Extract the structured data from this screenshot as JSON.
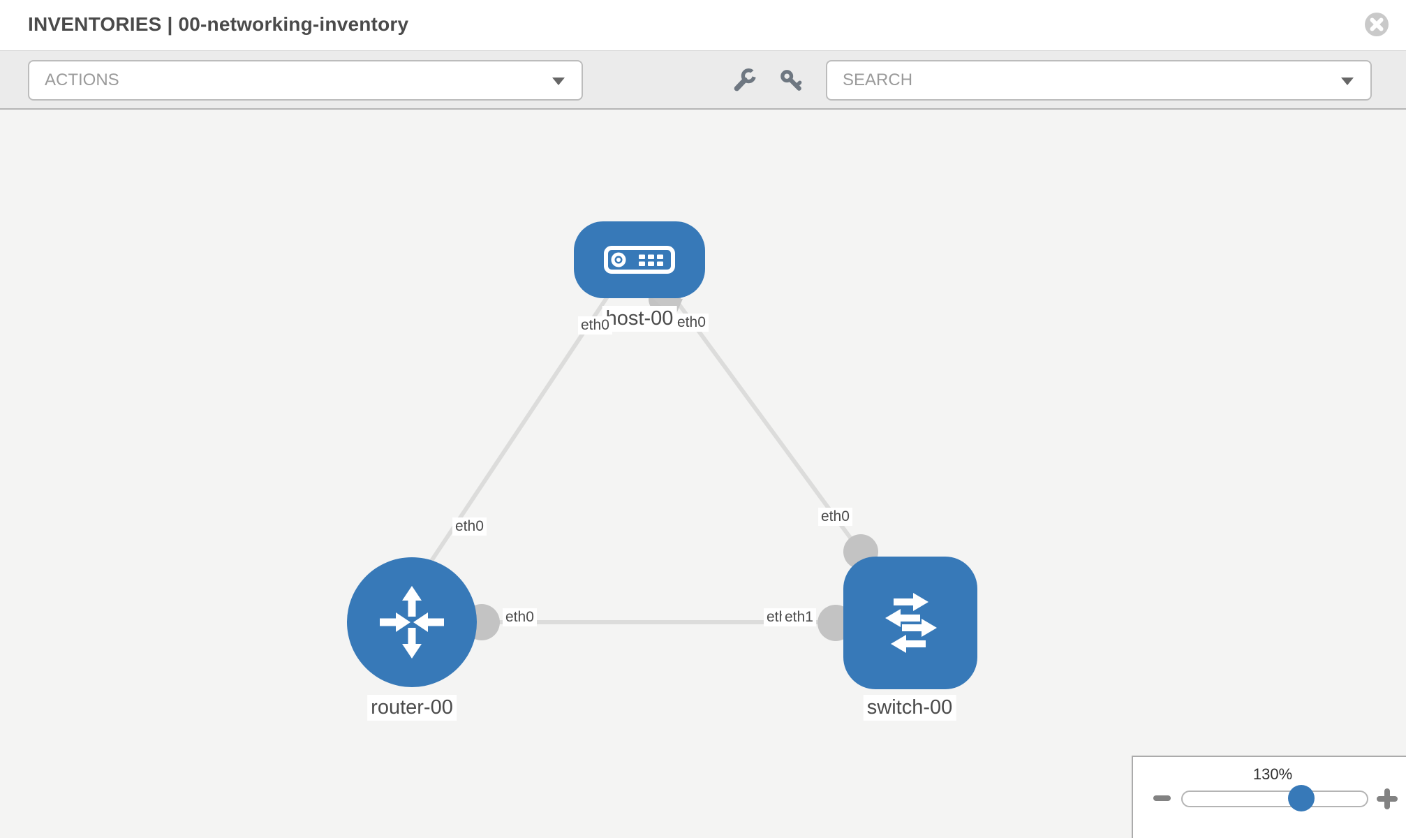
{
  "window": {
    "title": "INVENTORIES | 00-networking-inventory"
  },
  "toolbar": {
    "actions": {
      "label": "ACTIONS"
    },
    "search": {
      "label": "SEARCH"
    },
    "tools": [
      {
        "icon": "wrench-icon"
      },
      {
        "icon": "key-icon"
      }
    ]
  },
  "topology": {
    "nodes": [
      {
        "id": "host-00",
        "label": "host-00",
        "type": "host"
      },
      {
        "id": "router-00",
        "label": "router-00",
        "type": "router"
      },
      {
        "id": "switch-00",
        "label": "switch-00",
        "type": "switch"
      }
    ],
    "links": [
      {
        "source": "host-00",
        "target": "router-00",
        "source_interface": "eth0",
        "target_interface": "eth0"
      },
      {
        "source": "host-00",
        "target": "switch-00",
        "source_interface": "eth0",
        "target_interface": "eth0"
      },
      {
        "source": "router-00",
        "target": "switch-00",
        "source_interface": "eth0",
        "target_interface": "eth1"
      }
    ]
  },
  "zoom_control": {
    "level": "130%"
  },
  "colors": {
    "node_blue": "#3779b8",
    "link_gray": "#dcdcdb",
    "connector_gray": "#c3c3c3",
    "toolbar_gray": "#ebebeb",
    "canvas_gray": "#f4f4f3"
  }
}
